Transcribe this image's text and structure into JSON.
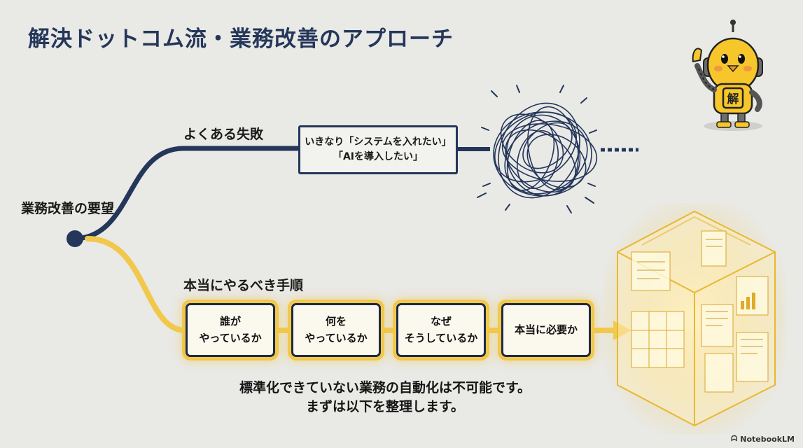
{
  "title": "解決ドットコム流・業務改善のアプローチ",
  "start_label": "業務改善の要望",
  "fail_path": {
    "label": "よくある失敗",
    "box_lines": [
      "いきなり「システムを入れたい」",
      "「AIを導入したい」"
    ]
  },
  "correct_path": {
    "label": "本当にやるべき手順",
    "steps": [
      {
        "lines": [
          "誰が",
          "やっているか"
        ]
      },
      {
        "lines": [
          "何を",
          "やっているか"
        ]
      },
      {
        "lines": [
          "なぜ",
          "そうしているか"
        ]
      },
      {
        "lines": [
          "本当に必要か"
        ]
      }
    ]
  },
  "conclusion": [
    "標準化できていない業務の自動化は不可能です。",
    "まずは以下を整理します。"
  ],
  "mascot": {
    "badge": "解"
  },
  "watermark": "NotebookLM",
  "colors": {
    "navy": "#24365a",
    "gold": "#f1c84b",
    "background": "#e9e9e6"
  }
}
